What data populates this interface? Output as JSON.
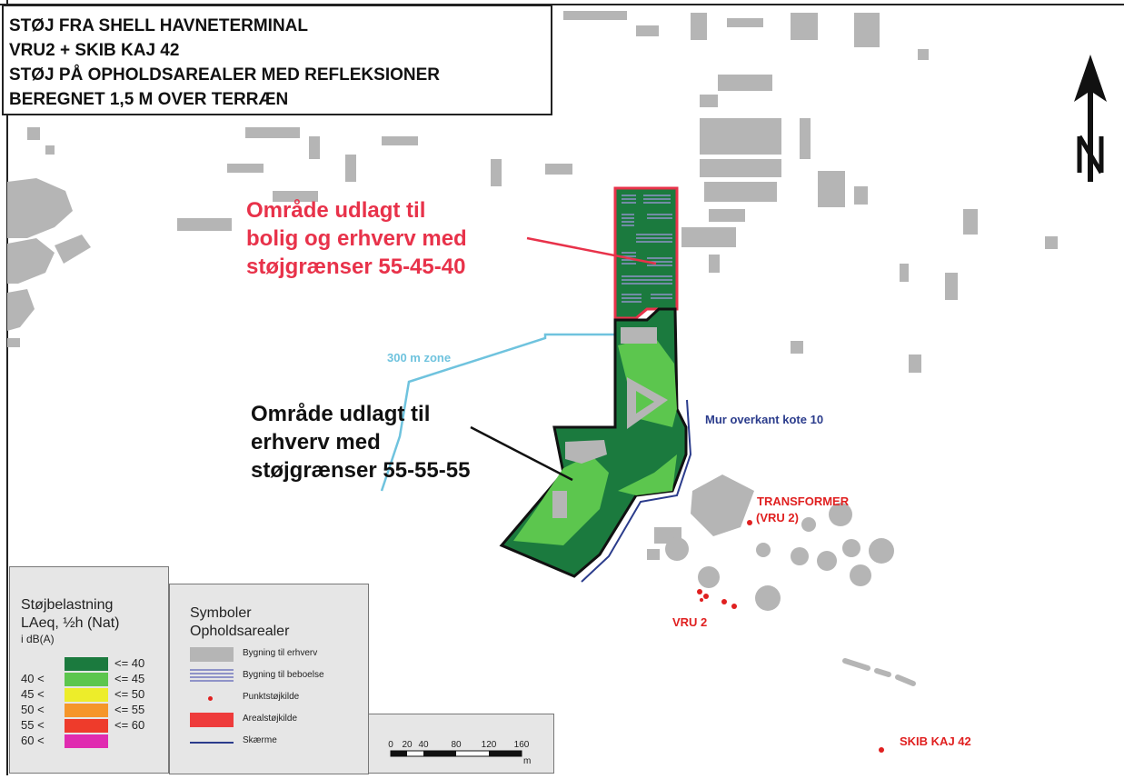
{
  "title": {
    "lines": [
      "STØJ FRA SHELL HAVNETERMINAL",
      "VRU2 + SKIB KAJ 42",
      "STØJ PÅ OPHOLDSAREALER MED REFLEKSIONER",
      "BEREGNET 1,5 M OVER TERRÆN"
    ]
  },
  "annotations": {
    "residential": {
      "lines": [
        "Område udlagt til",
        "bolig og erhverv med",
        "støjgrænser 55-45-40"
      ],
      "color": "#e8324a"
    },
    "commercial": {
      "lines": [
        "Område udlagt til",
        "erhverv med",
        "støjgrænser 55-55-55"
      ],
      "color": "#111111"
    }
  },
  "labels": {
    "zone": "300 m zone",
    "wall": "Mur overkant kote 10",
    "transformer": [
      "TRANSFORMER",
      "(VRU 2)"
    ],
    "vru2": "VRU 2",
    "ship": "SKIB KAJ 42"
  },
  "north_arrow": {
    "letter": "N",
    "icon": "north-arrow-icon"
  },
  "noise_legend": {
    "title_lines": [
      "Støjbelastning",
      "LAeq, ½h (Nat)"
    ],
    "unit": "i dB(A)",
    "rows": [
      {
        "low": "",
        "high": "<= 40",
        "color": "#1b7a3e"
      },
      {
        "low": "40 <",
        "high": "<= 45",
        "color": "#5cc64e"
      },
      {
        "low": "45 <",
        "high": "<= 50",
        "color": "#eded2a"
      },
      {
        "low": "50 <",
        "high": "<= 55",
        "color": "#f5962a"
      },
      {
        "low": "55 <",
        "high": "<= 60",
        "color": "#ee3b2b"
      },
      {
        "low": "60 <",
        "high": "",
        "color": "#e02bb0"
      }
    ]
  },
  "symbol_legend": {
    "title_lines": [
      "Symboler",
      "Opholdsarealer"
    ],
    "items": [
      {
        "label": "Bygning til erhverv",
        "kind": "commercial-building"
      },
      {
        "label": "Bygning til beboelse",
        "kind": "residential-building"
      },
      {
        "label": "Punktstøjkilde",
        "kind": "point-source"
      },
      {
        "label": "Arealstøjkilde",
        "kind": "area-source"
      },
      {
        "label": "Skærme",
        "kind": "screen"
      }
    ]
  },
  "scale_bar": {
    "ticks": [
      "0",
      "20",
      "40",
      "80",
      "120",
      "160"
    ],
    "unit": "m"
  },
  "colors": {
    "building": "#b5b5b5",
    "residential_building": "#8f93c8",
    "zone_line": "#6fc3de",
    "wall_line": "#2b3c8c",
    "noise_source": "#e02020",
    "residential_boundary": "#e8324a"
  }
}
